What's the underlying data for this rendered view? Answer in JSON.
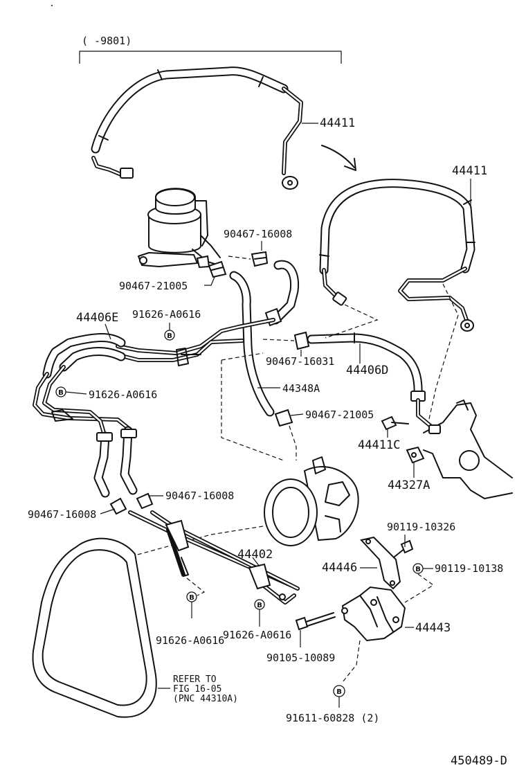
{
  "header": {
    "range": "(   -9801)"
  },
  "labels": {
    "hose_upper": "44411",
    "hose_right": "44411",
    "clip_a": "90467-16008",
    "clip_b": "90467-21005",
    "pipe_e": "44406E",
    "bolt_a": "91626-A0616",
    "bolt_b": "91626-A0616",
    "clip_c": "90467-16031",
    "hose_d": "44406D",
    "hose_a": "44348A",
    "clip_d": "90467-21005",
    "union_c": "44411C",
    "clamp_a": "44327A",
    "clip_e": "90467-16008",
    "clip_f": "90467-16008",
    "bolt_c": "90119-10326",
    "tube_assy": "44402",
    "bracket_a": "44446",
    "bolt_d": "90119-10138",
    "bolt_e": "91626-A0616",
    "bolt_f": "91626-A0616",
    "bracket_b": "44443",
    "bolt_g": "90105-10089",
    "bolt_h": "91611-60828 (2)",
    "belt_ref_1": "REFER TO",
    "belt_ref_2": "FIG 16-05",
    "belt_ref_3": "(PNC 44310A)",
    "figure_id": "450489-D"
  },
  "b_mark": "B"
}
